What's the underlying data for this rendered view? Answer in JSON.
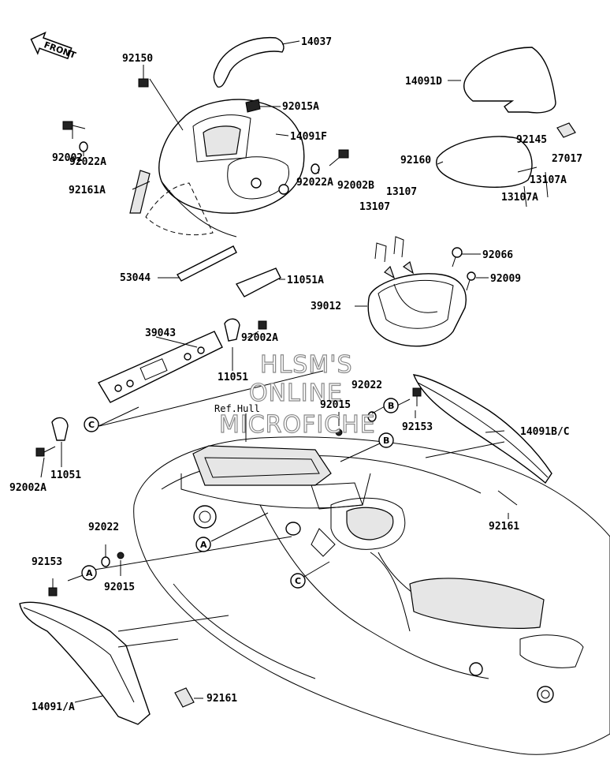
{
  "diagram": {
    "front_label": "FRONT",
    "watermark": [
      "HLSM'S",
      "ONLINE",
      "MICROFICHE"
    ],
    "ref_label": "Ref.Hull",
    "callouts": [
      "A",
      "B",
      "C"
    ],
    "part_labels": {
      "p14037": "14037",
      "p92150": "92150",
      "p14091D": "14091D",
      "p92015A": "92015A",
      "p14091F": "14091F",
      "p92002": "92002",
      "p92022A_1": "92022A",
      "p92002B": "92002B",
      "p92022A_2": "92022A",
      "p92161A": "92161A",
      "p92160": "92160",
      "p92145": "92145",
      "p27017": "27017",
      "p13107A_1": "13107A",
      "p13107A_2": "13107A",
      "p13107_1": "13107",
      "p13107_2": "13107",
      "p92066": "92066",
      "p92009": "92009",
      "p39012": "39012",
      "p53044": "53044",
      "p11051A": "11051A",
      "p39043": "39043",
      "p92002A_1": "92002A",
      "p11051_1": "11051",
      "p92022_1": "92022",
      "p92015_1": "92015",
      "p92153_1": "92153",
      "p14091BC": "14091B/C",
      "p92002A_2": "92002A",
      "p11051_2": "11051",
      "p92161_1": "92161",
      "p92022_2": "92022",
      "p92153_2": "92153",
      "p92015_2": "92015",
      "p14091A": "14091/A",
      "p92161_2": "92161"
    }
  }
}
